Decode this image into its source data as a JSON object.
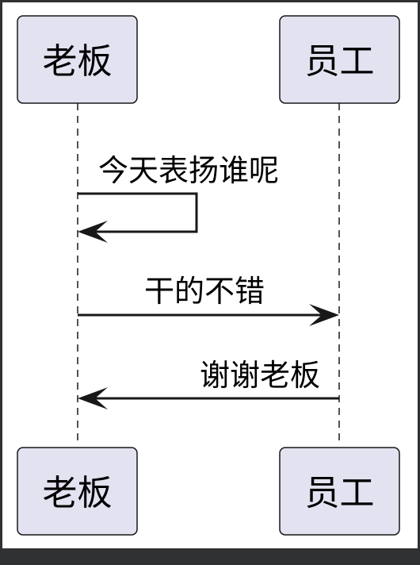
{
  "participants": {
    "boss": {
      "label": "老板"
    },
    "employee": {
      "label": "员工"
    }
  },
  "messages": [
    {
      "from": "boss",
      "to": "boss",
      "label": "今天表扬谁呢"
    },
    {
      "from": "boss",
      "to": "employee",
      "label": "干的不错"
    },
    {
      "from": "employee",
      "to": "boss",
      "label": "谢谢老板"
    }
  ],
  "colors": {
    "participant_fill": "#e2e2f0",
    "stroke": "#181818",
    "background": "#ffffff",
    "frame": "#2f3133"
  }
}
